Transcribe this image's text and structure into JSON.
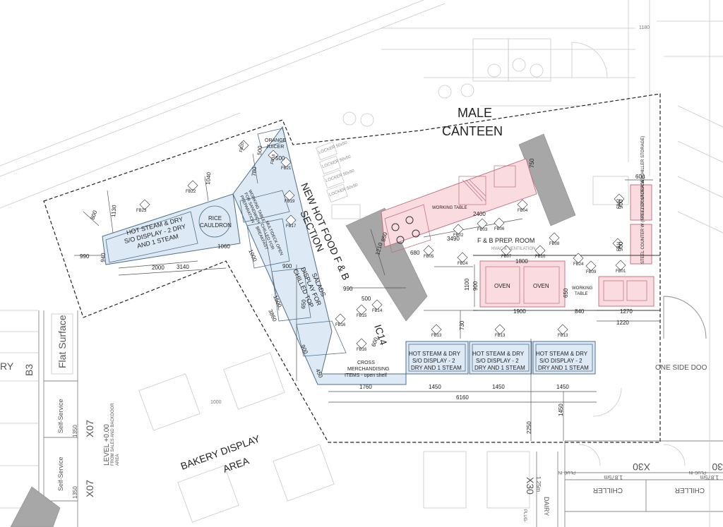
{
  "rooms": {
    "male_canteen_line1": "MALE",
    "male_canteen_line2": "CANTEEN",
    "new_hot_food_line1": "NEW HOT FOOD F & B",
    "new_hot_food_line2": "SECTION",
    "prep_room": "F & B PREP. ROOM",
    "hvac": "HVAC & VENTILATION",
    "bakery_line1": "BAKERY DISPLAY",
    "bakery_line2": "AREA"
  },
  "equipment": {
    "hot_steam_left": [
      "HOT STEAM & DRY",
      "S/O DISPLAY - 2 DRY",
      "AND 1 STEAM"
    ],
    "hot_steam_right": [
      "HOT STEAM & DRY",
      "S/O DISPLAY - 2",
      "DRY AND 1 STEAM"
    ],
    "rice_cauldron": [
      "RICE",
      "CAULDRON"
    ],
    "orange_juicer": [
      "ORANGE",
      "JUICER"
    ],
    "chilled_top": [
      "CHILLED TOP",
      "DISPLAY FOR",
      "SALADS"
    ],
    "cross_merch": [
      "CROSS",
      "MERCHANDISING",
      "ITEMS - open shelf"
    ],
    "ic14": "IC14",
    "oven1": "OVEN",
    "oven2": "OVEN",
    "working_table": "WORKING TABLE",
    "working_table2": [
      "WORKING",
      "TABLE"
    ],
    "working_table_sand": [
      "WORKING TABLE",
      "FOR SANDWICH",
      "PREPARATION"
    ],
    "steel_counter_chiller": "STEEL COUNTER W (CHILLER STORAGE)",
    "steel_counter_freezer": "STEEL COUNTER W (FREEZER STORAGE)",
    "counter_labels": [
      "MULTIDECK OPEN",
      "CHILLED FOR",
      "BREAKFAST"
    ],
    "lockers": [
      "LOCKER 50x50",
      "LOCKER 50x50",
      "LOCKER 50x50",
      "LOCKER 50x50"
    ]
  },
  "tags": {
    "fb23": "FB23",
    "fb22": "FB22",
    "fb20": "FB20",
    "fb21": "FB21",
    "fb19": "FB19",
    "fb18": "FB18",
    "fb16": "FB16",
    "fb14": "FB14",
    "fb15": "FB15",
    "fb13a": "FB13",
    "fb13b": "FB13",
    "fb13c": "FB13",
    "fb12": "FB12",
    "fb11": "FB11",
    "fb10": "FB10",
    "fb09": "FB09",
    "fb08": "FB08",
    "fb07": "FB07",
    "fb06": "FB06",
    "fb05": "FB05",
    "fb04": "FB04",
    "fb03": "FB03",
    "fb02": "FB02",
    "fb01": "FB01",
    "fb24": "FB24",
    "fb17": "FB17"
  },
  "dims": {
    "d800": "800",
    "d1130": "1130",
    "d990": "990",
    "d940": "940",
    "d2000": "2000",
    "d3140": "3140",
    "d1060": "1060",
    "d1040": "1040",
    "d780": "780",
    "d500a": "500",
    "d500b": "500",
    "d1000": "1000",
    "d900a": "900",
    "d1500": "1500",
    "d3860": "3860",
    "d900b": "900",
    "d450": "450",
    "d650": "650",
    "d990b": "990",
    "d500c": "500",
    "d600a": "600",
    "d1760": "1760",
    "d1450a": "1450",
    "d1450b": "1450",
    "d1450c": "1450",
    "d6160": "6160",
    "d730": "730",
    "d850": "850",
    "d1210": "1210",
    "d680": "680",
    "d2400": "2400",
    "d3490": "3490",
    "d750": "750",
    "d600b": "600",
    "d900c": "900",
    "d900d": "900",
    "d1800": "1800",
    "d1100": "1100",
    "d900e": "900",
    "d650b": "650",
    "d1900": "1900",
    "d840": "840",
    "d1270": "1270",
    "d1220": "1220",
    "d2250": "2250",
    "d1450d": "1450",
    "d1000b": "1000",
    "d1180": "1180"
  },
  "left_panel": {
    "b3": "B3",
    "flat_surface": "Flat Surface",
    "self_service_1": "Self-Service",
    "self_service_2": "Self-Service",
    "d1350a": "1350",
    "d1350b": "1350",
    "x07a": "X07",
    "x07b": "X07",
    "level_line1": "LEVEL +0.00",
    "level_line2": "FROM SALES AND BACKDOOR",
    "level_line3": "AREA",
    "ry": "RY"
  },
  "right_bottom": {
    "one_side_door": "ONE SIDE DOO",
    "x30a": "X30",
    "x30b": "X30",
    "x30c": "30",
    "plug_in_a": "PLUG-IN",
    "plug_in_b": "PLUG-IN",
    "h1875a": "1.875m",
    "h1875b": "1.875m",
    "h125": "1.25m",
    "chiller1": "CHILLER",
    "chiller2": "CHILLER",
    "dairy": "DAIRY",
    "plug": "PLUG-"
  }
}
